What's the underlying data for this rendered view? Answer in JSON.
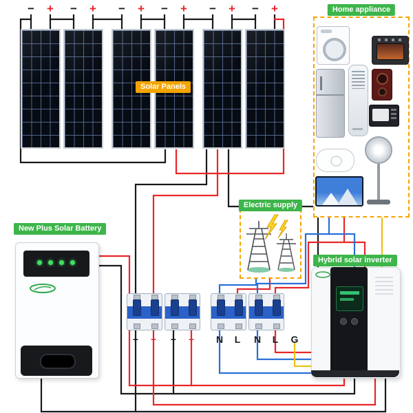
{
  "solar": {
    "badge": "Solar Panels",
    "minus": "−",
    "plus": "+",
    "panel_count": 6
  },
  "home_appliance": {
    "badge": "Home appliance",
    "items": [
      "washing-machine",
      "toaster-oven",
      "refrigerator",
      "floor-air-conditioner",
      "speaker",
      "microwave-oven",
      "water-heater",
      "pedestal-fan",
      "television"
    ]
  },
  "electric_supply": {
    "badge": "Electric supply"
  },
  "battery": {
    "badge": "New Plus Solar Battery",
    "led_count": 4
  },
  "inverter": {
    "badge": "Hybrid solar inverter"
  },
  "breakers": {
    "pole_labels": [
      "−",
      "+",
      "−",
      "+",
      "N",
      "L",
      "N",
      "L",
      "G"
    ]
  },
  "colors": {
    "accent_green": "#3db54a",
    "accent_orange": "#f5a400",
    "wire_black": "#17191d",
    "wire_red": "#e8262a",
    "wire_blue": "#2a6fd6",
    "wire_yellow": "#e9c216",
    "panel_dark": "#070c14"
  }
}
